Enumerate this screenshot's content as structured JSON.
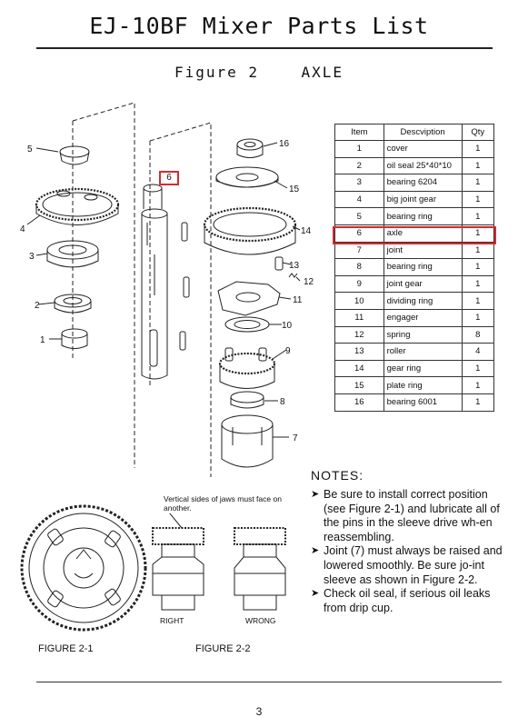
{
  "document": {
    "title": "EJ-10BF Mixer Parts List",
    "subtitle": "Figure 2    AXLE",
    "page_number": "3"
  },
  "parts_table": {
    "headers": [
      "Item",
      "Descviption",
      "Qty"
    ],
    "rows": [
      [
        "1",
        "cover",
        "1"
      ],
      [
        "2",
        "oil seal 25*40*10",
        "1"
      ],
      [
        "3",
        "bearing 6204",
        "1"
      ],
      [
        "4",
        "big joint gear",
        "1"
      ],
      [
        "5",
        "bearing ring",
        "1"
      ],
      [
        "6",
        "axle",
        "1"
      ],
      [
        "7",
        "joint",
        "1"
      ],
      [
        "8",
        "bearing ring",
        "1"
      ],
      [
        "9",
        "joint gear",
        "1"
      ],
      [
        "10",
        "dividing ring",
        "1"
      ],
      [
        "11",
        "engager",
        "1"
      ],
      [
        "12",
        "spring",
        "8"
      ],
      [
        "13",
        "roller",
        "4"
      ],
      [
        "14",
        "gear ring",
        "1"
      ],
      [
        "15",
        "plate ring",
        "1"
      ],
      [
        "16",
        "bearing 6001",
        "1"
      ]
    ],
    "highlighted_item": "6"
  },
  "diagram": {
    "callouts": [
      "1",
      "2",
      "3",
      "4",
      "5",
      "6",
      "7",
      "8",
      "9",
      "10",
      "11",
      "12",
      "13",
      "14",
      "15",
      "16"
    ],
    "highlight_color": "#d8282f"
  },
  "notes": {
    "heading": "NOTES:",
    "items": [
      "Be sure to install correct position (see Figure 2-1) and lubricate all of the pins in the sleeve drive wh-en reassembling.",
      "Joint (7) must always be raised and lowered smoothly. Be sure jo-int sleeve as shown in Figure 2-2.",
      "Check oil seal, if serious oil leaks from drip cup."
    ]
  },
  "figure_2_2": {
    "annotation": "Vertical sides of jaws must face on another.",
    "right_label": "RIGHT",
    "wrong_label": "WRONG"
  },
  "figure_labels": {
    "fig_2_1": "FIGURE 2-1",
    "fig_2_2": "FIGURE 2-2"
  }
}
